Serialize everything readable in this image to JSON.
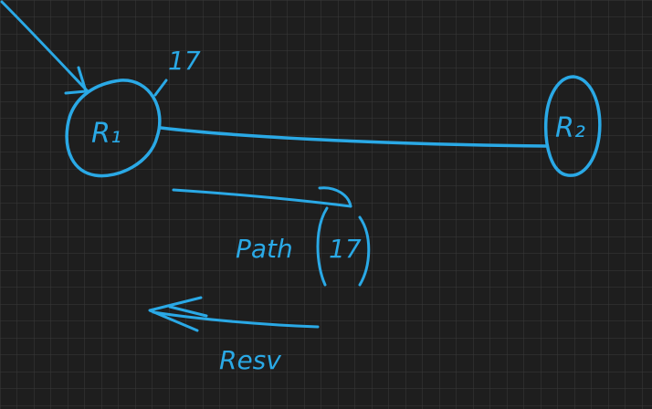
{
  "canvas": {
    "background": "#1e1e1e",
    "grid_color": "#3a3a3a",
    "ink_color": "#2aa9e6"
  },
  "nodes": [
    {
      "label": "R₁"
    },
    {
      "label": "R₂"
    }
  ],
  "annotations": {
    "label_17_top": "17",
    "path_label": "Path",
    "path_value": "17",
    "resv_label": "Resv"
  }
}
